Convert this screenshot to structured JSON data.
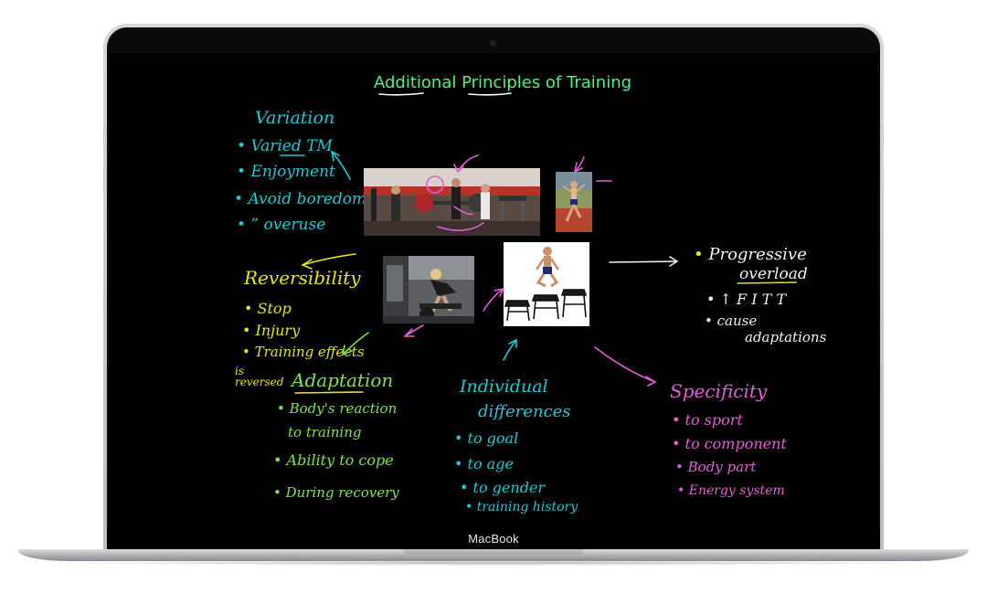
{
  "device": {
    "brand_label": "MacBook"
  },
  "slide": {
    "title": "Additional Principles of Training",
    "variation": {
      "heading": "Variation",
      "items": [
        "Varied TM",
        "Enjoyment",
        "Avoid boredom",
        "”   overuse"
      ]
    },
    "reversibility": {
      "heading": "Reversibility",
      "items": [
        "Stop",
        "Injury",
        "Training effects"
      ],
      "note": "is reversed"
    },
    "adaptation": {
      "heading": "Adaptation",
      "items": [
        "Body's reaction",
        "to training",
        "Ability to cope",
        "During recovery"
      ]
    },
    "individual": {
      "heading_line1": "Individual",
      "heading_line2": "differences",
      "items": [
        "to goal",
        "to age",
        "to gender",
        "training history"
      ]
    },
    "progressive": {
      "heading_line1": "Progressive",
      "heading_line2": "overload",
      "items": [
        "↑ F I T T",
        "cause",
        "adaptations"
      ]
    },
    "specificity": {
      "heading": "Specificity",
      "items": [
        "to sport",
        "to component",
        "Body part",
        "Energy system"
      ]
    }
  },
  "colors": {
    "title": "#55ef7d",
    "variation": "#22c7d6",
    "reversibility": "#e3e61e",
    "adaptation": "#7fe24f",
    "progressive": "#f2f2f2",
    "specificity": "#e25fd3",
    "arrows_pink": "#e25fd3"
  },
  "images": [
    "gym-training-photo",
    "athlete-jumping-photo",
    "cyclist-indoor-bike-photo",
    "box-jump-photo"
  ]
}
